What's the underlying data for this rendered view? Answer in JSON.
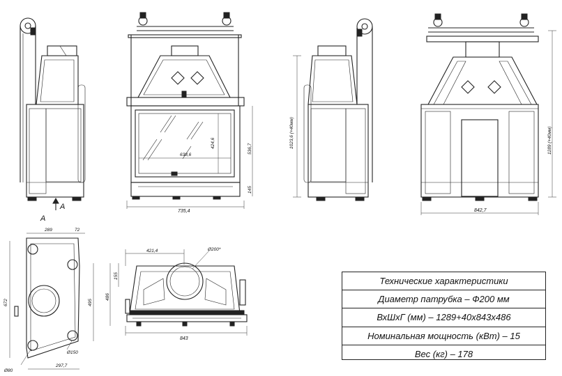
{
  "dimensions": {
    "front_width": "735,4",
    "glass_width": "638,6",
    "glass_height": "424,6",
    "door_height": "536,7",
    "base_height": "145",
    "side_height": "1023,6 (+40мм)",
    "back_height": "1289 (+40мм)",
    "back_width": "842,7",
    "plan_top_left": "289",
    "plan_top_right": "72",
    "plan_left_height": "672",
    "plan_right_height": "495",
    "plan_bottom_width": "297,7",
    "plan_phi_150": "Ø150",
    "plan_phi_80": "Ø80",
    "top_offset": "421,4",
    "top_phi": "Ø200*",
    "top_left_small": "155",
    "top_left_large": "486",
    "top_width": "843"
  },
  "section_label": "A",
  "spec": {
    "rows": [
      "Технические характеристики",
      "Диаметр патрубка – Ф200 мм",
      "ВхШхГ (мм) – 1289+40х843х486",
      "Номинальная мощность (кВт) – 15",
      "Вес (кг) – 178"
    ]
  }
}
